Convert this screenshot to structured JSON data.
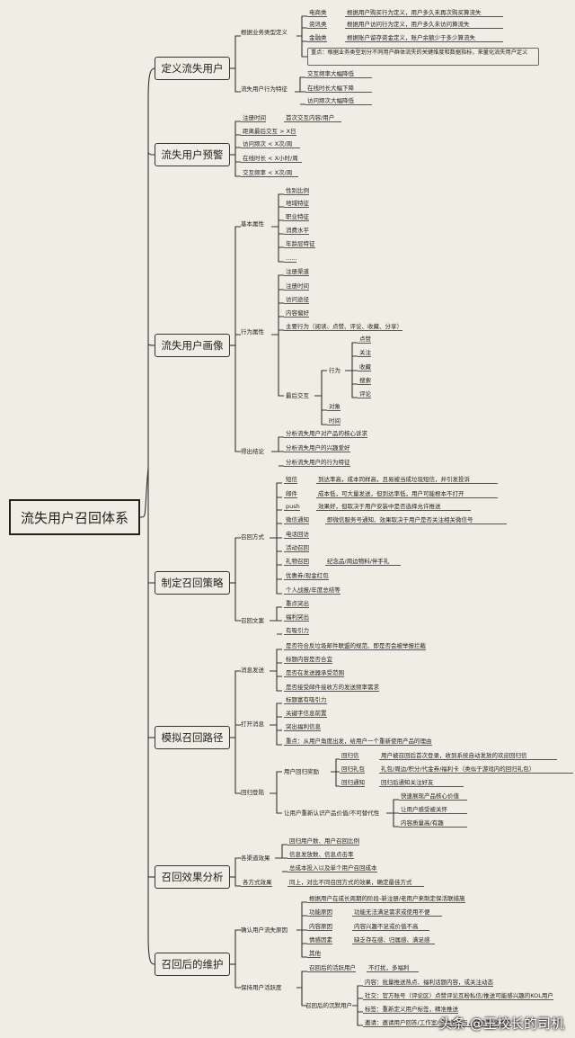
{
  "root": "流失用户召回体系",
  "watermark": "头条 @王校长的司机",
  "topics": [
    "定义流失用户",
    "流失用户预警",
    "流失用户画像",
    "制定召回策略",
    "模拟召回路径",
    "召回效果分析",
    "召回后的维护"
  ],
  "define": {
    "by_business": "根据业务类型定义",
    "ecommerce": "电商类",
    "ecommerce_desc": "根据用户购买行为定义，用户多久未再次购买算流失",
    "info": "资讯类",
    "info_desc": "根据用户访问行为定义，用户多久未访问算流失",
    "finance": "金融类",
    "finance_desc": "根据账户留存资金定义，账户余额少于多少算流失",
    "key": "重点：根据业务类型划分不同用户群体流失的关键维度和数据指标，来量化流失用户定义",
    "behavior": "流失用户行为特征",
    "b1": "交互频率大幅降低",
    "b2": "在线时长大幅下降",
    "b3": "访问频次大幅降低"
  },
  "warning": {
    "w1": "注册时间",
    "w1_desc": "首次交互内容/用户",
    "w2": "距离最后交互 > X日",
    "w3": "访问频次 < X次/周",
    "w4": "在线时长 < X小时/周",
    "w5": "交互频率 < X次/周"
  },
  "portrait": {
    "basic": "基本属性",
    "basic_items": [
      "性别比例",
      "地域特征",
      "职业特征",
      "消费水平",
      "年龄层特征",
      "......"
    ],
    "behavior": "行为属性",
    "behavior_items": [
      "注册渠道",
      "注册时间",
      "访问途径",
      "内容偏好",
      "主要行为（阅读、点赞、评论、收藏、分享）"
    ],
    "last": "最后交互",
    "action": "行为",
    "actions": [
      "点赞",
      "关注",
      "收藏",
      "搜索",
      "评论"
    ],
    "object": "对象",
    "time": "时间",
    "conclusion": "得出结论",
    "conclusions": [
      "分析流失用户对产品的核心诉求",
      "分析流失用户的兴趣爱好",
      "分析流失用户的行为特征"
    ]
  },
  "strategy": {
    "method": "召回方式",
    "sms": "短信",
    "sms_desc": "到达率高，成本同样高，且易被当成垃圾短信，并引发投诉",
    "mail": "邮件",
    "mail_desc": "成本低，可大量发送，但到达率低，用户可能根本不打开",
    "push": "push",
    "push_desc": "效果好，但取决于用户安装中是否选择允许推送",
    "wechat": "微信通知",
    "wechat_desc": "即微信服务号通知、效果取决于用户是否关注相关微信号",
    "phone": "电话回访",
    "event": "活动召回",
    "gift": "礼物召回",
    "gift_desc": "纪念品/周边物料/伴手礼",
    "coupon": "优惠券/现金红包",
    "summary": "个人战报/年度总结等",
    "copy": "召回文案",
    "copy_items": [
      "重点突出",
      "福利突出",
      "有吸引力"
    ]
  },
  "path": {
    "send": "消息发送",
    "send_items": [
      "是否符合反垃圾邮件联盟的规范、即是否会被举报拦截",
      "标题内容是否合宜",
      "是否在发送器承受范围",
      "是否接受邮件接收方的发送频率需求"
    ],
    "open": "打开消息",
    "open_items": [
      "标题富有吸引力",
      "关键字信息前置",
      "突出福利信息",
      "重点：从用户角度出发，给用户一个重新使用产品的理由"
    ],
    "return": "回归登陆",
    "reward": "用户回归奖励",
    "reward_a": "回归信",
    "reward_a_desc": "用户被召回后首次登录，收到系统自动发放的欢迎回归信",
    "reward_b": "回归礼包",
    "reward_b_desc": "礼包/周边/积分/代金券/福利卡（类似于游戏内的回归礼包）",
    "reward_c": "回归通知",
    "reward_c_desc": "回归后通知关注好友",
    "reacq": "让用户重新认识产品价值/不可替代性",
    "reacq_items": [
      "快速展现产品核心价值",
      "让用户感受被关怀",
      "内容质量高/有趣"
    ]
  },
  "analysis": {
    "channel": "各渠道效果",
    "channel_items": [
      "回归用户数、用户召回比例",
      "信息发放数、信息点击率",
      "总成本投入以及单个用户召回成本"
    ],
    "method": "各方式效果",
    "method_desc": "同上，对比不同召回方式的效果，确定最佳方式"
  },
  "maintain": {
    "cause": "确认用户流失原因",
    "cause_top": "根据用户在成长周期的阶段-新注册/老用户来制定保活联措施",
    "c1": "功能原因",
    "c1_desc": "功能无法满足需求或使用不便",
    "c2": "内容原因",
    "c2_desc": "内容兴趣不足或价值不高",
    "c3": "情感因素",
    "c3_desc": "缺乏存在感、归属感、满足感",
    "c4": "其他",
    "active": "保持用户活跃度",
    "inactive_label": "召回后的活跃用户",
    "inactive_desc": "不打扰，多福利",
    "silent": "召回后的沉默用户",
    "s1": "内容：批量推送热点、福利话题内容，或关注动态",
    "s2": "社交：官方账号（评论区）点赞评论互粉私信/推送可能感兴趣的KOL用户",
    "s3": "标签：重新定义用户标签，精准推送",
    "s4": "邀请：邀请用户回答/工作室/活动等参与，奖励等/奖励等"
  }
}
